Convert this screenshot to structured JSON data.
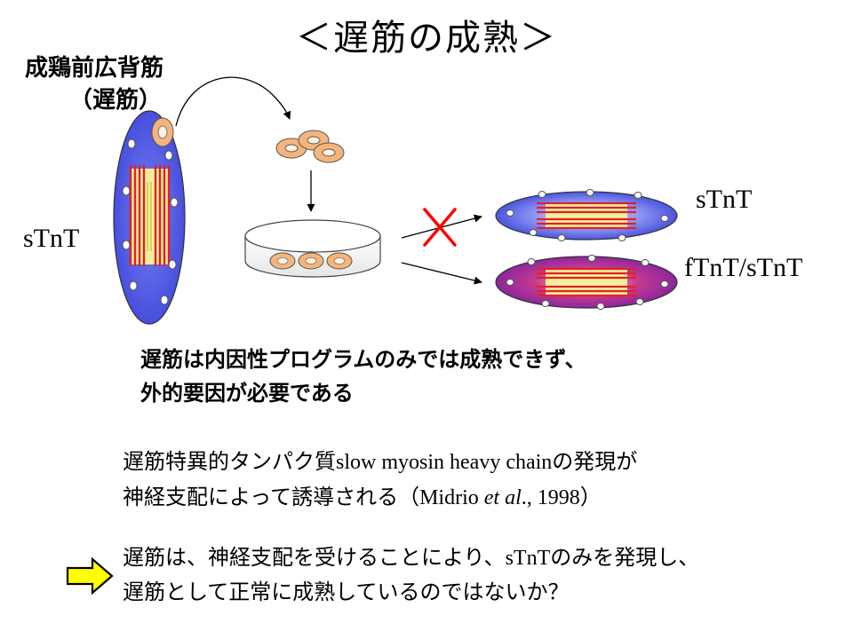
{
  "title": "＜遅筋の成熟＞",
  "diagram": {
    "muscle_name": "成鶏前広背筋",
    "muscle_sub": "（遅筋）",
    "label_left": "sTnT",
    "label_result_top": "sTnT",
    "label_result_bottom": "fTnT/sTnT"
  },
  "conclusion": {
    "line1": "遅筋は内因性プログラムのみでは成熟できず、",
    "line2": "外的要因が必要である"
  },
  "paragraph": {
    "line1_jp_a": "遅筋特異的タンパク質",
    "line1_en": "slow myosin heavy chain",
    "line1_jp_b": "の発現が",
    "line2_jp": "神経支配によって誘導される",
    "line2_cite_open": "（Midrio ",
    "line2_cite_italic": "et al",
    "line2_cite_close": "., 1998）"
  },
  "hypothesis": {
    "line1_a": "遅筋は、神経支配を受けることにより、",
    "line1_en": "sTnT",
    "line1_b": "のみを発現し、",
    "line2": "遅筋として正常に成熟しているのではないか？"
  },
  "colors": {
    "muscle_blue": "#5a63e6",
    "muscle_red": "#d81e2b",
    "cell_fill": "#f5b57a",
    "stripe_red": "#e0202a",
    "stripe_yellow": "#f2ee9a",
    "arrow_yellow": "#ffff00",
    "cross_red": "#ff0000"
  }
}
